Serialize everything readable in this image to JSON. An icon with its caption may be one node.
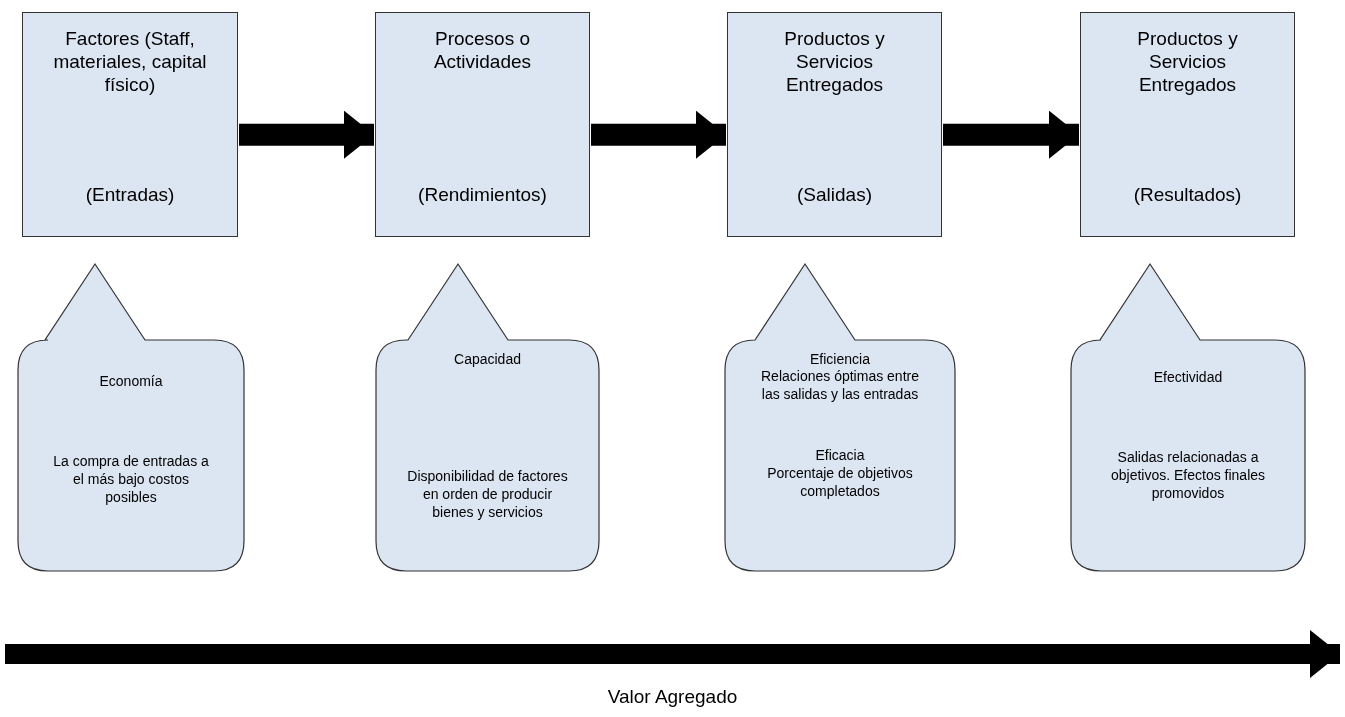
{
  "diagram": {
    "nodes": [
      {
        "text": [
          "Factores (Staff, materiales, capital físico)",
          "(Entradas)"
        ]
      },
      {
        "text": [
          "Procesos o Actividades",
          "(Rendimientos)"
        ]
      },
      {
        "text": [
          "Productos y Servicios Entregados",
          "(Salidas)"
        ]
      },
      {
        "text": [
          "Productos y Servicios Entregados",
          "(Resultados)"
        ]
      },
      {
        "text": [
          "Economía",
          "La compra de entradas a el más bajo costos posibles"
        ]
      },
      {
        "text": [
          "Capacidad",
          "Disponibilidad de factores en orden de producir bienes y servicios"
        ]
      },
      {
        "text": [
          "Eficiencia",
          "Relaciones óptimas entre las salidas y las entradas",
          "Eficacia",
          "Porcentaje de objetivos completados"
        ]
      },
      {
        "text": [
          "Efectividad",
          "Salidas relacionadas a objetivos. Efectos finales promovidos"
        ]
      }
    ],
    "edges": [
      {
        "from": 0,
        "to": 1,
        "arrow": "to"
      },
      {
        "from": 1,
        "to": 2,
        "arrow": "to"
      },
      {
        "from": 2,
        "to": 3,
        "arrow": "to"
      }
    ],
    "labels": [
      "Valor Agregado"
    ]
  }
}
